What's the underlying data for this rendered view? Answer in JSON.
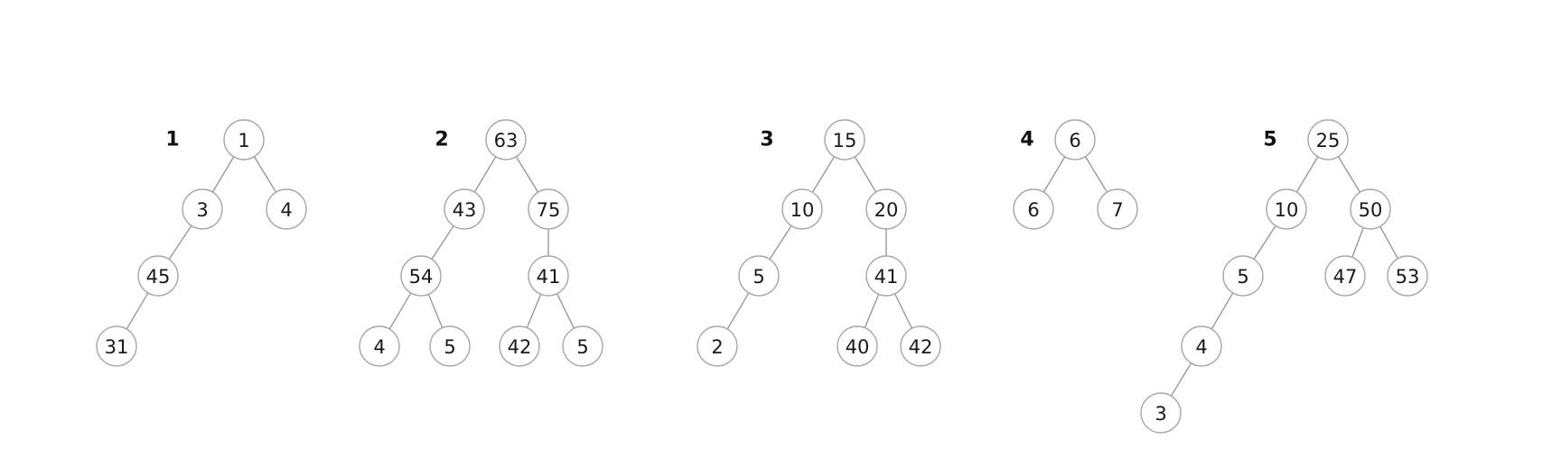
{
  "colors": {
    "background": "#ffffff",
    "node_fill": "#ffffff",
    "node_stroke": "#a8a8a8",
    "edge": "#9a9a9a",
    "text": "#1a1a1a"
  },
  "trees": [
    {
      "number": "1",
      "nodes": [
        {
          "id": "t1n1",
          "value": "1",
          "parent": null,
          "side": null
        },
        {
          "id": "t1n2",
          "value": "3",
          "parent": "t1n1",
          "side": "left"
        },
        {
          "id": "t1n3",
          "value": "4",
          "parent": "t1n1",
          "side": "right"
        },
        {
          "id": "t1n4",
          "value": "45",
          "parent": "t1n2",
          "side": "left"
        },
        {
          "id": "t1n5",
          "value": "31",
          "parent": "t1n4",
          "side": "left"
        }
      ]
    },
    {
      "number": "2",
      "nodes": [
        {
          "id": "t2n1",
          "value": "63",
          "parent": null,
          "side": null
        },
        {
          "id": "t2n2",
          "value": "43",
          "parent": "t2n1",
          "side": "left"
        },
        {
          "id": "t2n3",
          "value": "75",
          "parent": "t2n1",
          "side": "right"
        },
        {
          "id": "t2n4",
          "value": "54",
          "parent": "t2n2",
          "side": "left"
        },
        {
          "id": "t2n5",
          "value": "41",
          "parent": "t2n3",
          "side": "left"
        },
        {
          "id": "t2n6",
          "value": "4",
          "parent": "t2n4",
          "side": "left"
        },
        {
          "id": "t2n7",
          "value": "5",
          "parent": "t2n4",
          "side": "right"
        },
        {
          "id": "t2n8",
          "value": "42",
          "parent": "t2n5",
          "side": "left"
        },
        {
          "id": "t2n9",
          "value": "5",
          "parent": "t2n5",
          "side": "right"
        }
      ]
    },
    {
      "number": "3",
      "nodes": [
        {
          "id": "t3n1",
          "value": "15",
          "parent": null,
          "side": null
        },
        {
          "id": "t3n2",
          "value": "10",
          "parent": "t3n1",
          "side": "left"
        },
        {
          "id": "t3n3",
          "value": "20",
          "parent": "t3n1",
          "side": "right"
        },
        {
          "id": "t3n4",
          "value": "5",
          "parent": "t3n2",
          "side": "left"
        },
        {
          "id": "t3n5",
          "value": "41",
          "parent": "t3n3",
          "side": "left"
        },
        {
          "id": "t3n6",
          "value": "2",
          "parent": "t3n4",
          "side": "left"
        },
        {
          "id": "t3n7",
          "value": "40",
          "parent": "t3n5",
          "side": "left"
        },
        {
          "id": "t3n8",
          "value": "42",
          "parent": "t3n5",
          "side": "right"
        }
      ]
    },
    {
      "number": "4",
      "nodes": [
        {
          "id": "t4n1",
          "value": "6",
          "parent": null,
          "side": null
        },
        {
          "id": "t4n2",
          "value": "6",
          "parent": "t4n1",
          "side": "left"
        },
        {
          "id": "t4n3",
          "value": "7",
          "parent": "t4n1",
          "side": "right"
        }
      ]
    },
    {
      "number": "5",
      "nodes": [
        {
          "id": "t5n1",
          "value": "25",
          "parent": null,
          "side": null
        },
        {
          "id": "t5n2",
          "value": "10",
          "parent": "t5n1",
          "side": "left"
        },
        {
          "id": "t5n3",
          "value": "50",
          "parent": "t5n1",
          "side": "right"
        },
        {
          "id": "t5n4",
          "value": "5",
          "parent": "t5n2",
          "side": "left"
        },
        {
          "id": "t5n5",
          "value": "47",
          "parent": "t5n3",
          "side": "left"
        },
        {
          "id": "t5n6",
          "value": "53",
          "parent": "t5n3",
          "side": "right"
        },
        {
          "id": "t5n7",
          "value": "4",
          "parent": "t5n4",
          "side": "left"
        },
        {
          "id": "t5n8",
          "value": "3",
          "parent": "t5n7",
          "side": "left"
        }
      ]
    }
  ]
}
